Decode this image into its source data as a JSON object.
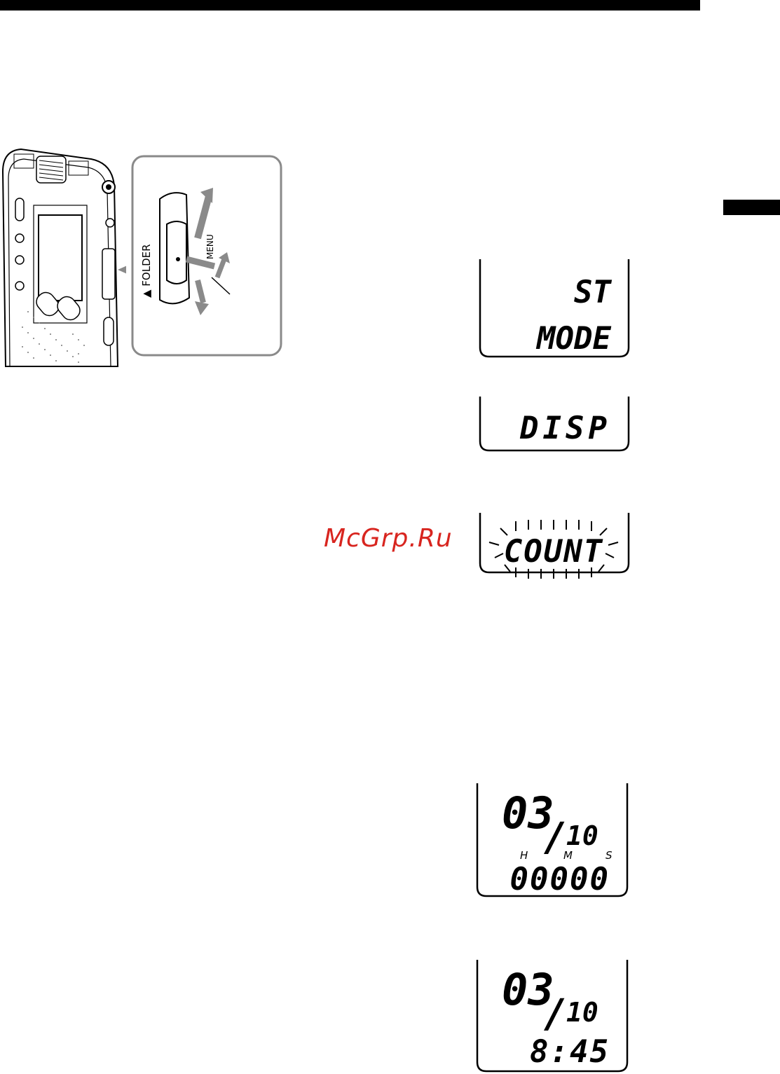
{
  "header": {
    "bar_color": "#000000"
  },
  "device_illustration": {
    "folder_label": "▲ FOLDER",
    "menu_label": "MENU",
    "accent_color": "#8a8a8a"
  },
  "watermark": {
    "text": "McGrp.Ru",
    "color": "#d8251f"
  },
  "lcd_displays": [
    {
      "line1": "ST",
      "line2": "MODE"
    },
    {
      "line1": "DISP"
    },
    {
      "line1": "COUNT",
      "blinking": true
    },
    {
      "top": "03",
      "slash": "/",
      "sub": "10",
      "unit_h": "H",
      "unit_m": "M",
      "unit_s": "S",
      "counter": "00000"
    },
    {
      "top": "03",
      "slash": "/",
      "sub": "10",
      "time": "8:45"
    }
  ]
}
